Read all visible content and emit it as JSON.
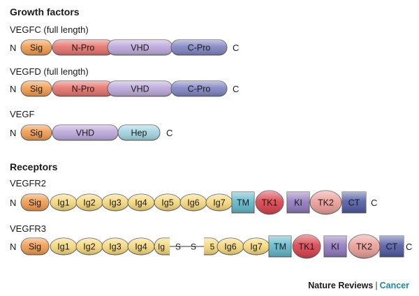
{
  "sections": {
    "growth": "Growth factors",
    "receptors": "Receptors"
  },
  "terminals": {
    "n": "N",
    "c": "C"
  },
  "proteins": [
    {
      "id": "vegfc",
      "name": "VEGFC (full length)",
      "domains": [
        {
          "label": "Sig",
          "color": "#f09a4a"
        },
        {
          "label": "N-Pro",
          "color": "#e4706a"
        },
        {
          "label": "VHD",
          "color": "#b9a6d9"
        },
        {
          "label": "C-Pro",
          "color": "#7e82c0"
        }
      ]
    },
    {
      "id": "vegfd",
      "name": "VEGFD (full length)",
      "domains": [
        {
          "label": "Sig",
          "color": "#f09a4a"
        },
        {
          "label": "N-Pro",
          "color": "#e4706a"
        },
        {
          "label": "VHD",
          "color": "#b9a6d9"
        },
        {
          "label": "C-Pro",
          "color": "#7e82c0"
        }
      ]
    },
    {
      "id": "vegf",
      "name": "VEGF",
      "domains": [
        {
          "label": "Sig",
          "color": "#f09a4a"
        },
        {
          "label": "VHD",
          "color": "#b9a6d9"
        },
        {
          "label": "Hep",
          "color": "#9fd3de"
        }
      ]
    },
    {
      "id": "vegfr2",
      "name": "VEGFR2",
      "domains": [
        {
          "label": "Sig",
          "color": "#f09a4a"
        },
        {
          "label": "Ig1",
          "color": "#f5d87a"
        },
        {
          "label": "Ig2",
          "color": "#f5d87a"
        },
        {
          "label": "Ig3",
          "color": "#f5d87a"
        },
        {
          "label": "Ig4",
          "color": "#f5d87a"
        },
        {
          "label": "Ig5",
          "color": "#f5d87a"
        },
        {
          "label": "Ig6",
          "color": "#f5d87a"
        },
        {
          "label": "Ig7",
          "color": "#f5d87a"
        },
        {
          "label": "TM",
          "color": "#5fb7c9"
        },
        {
          "label": "TK1",
          "color": "#d9404a"
        },
        {
          "label": "KI",
          "color": "#9078bd"
        },
        {
          "label": "TK2",
          "color": "#eb9c96"
        },
        {
          "label": "CT",
          "color": "#4f5aa3"
        }
      ]
    },
    {
      "id": "vegfr3",
      "name": "VEGFR3",
      "domains": [
        {
          "label": "Sig",
          "color": "#f09a4a"
        },
        {
          "label": "Ig1",
          "color": "#f5d87a"
        },
        {
          "label": "Ig2",
          "color": "#f5d87a"
        },
        {
          "label": "Ig3",
          "color": "#f5d87a"
        },
        {
          "label": "Ig4",
          "color": "#f5d87a"
        },
        {
          "label": "Ig",
          "color": "#f5d87a"
        },
        {
          "label": "S",
          "color": ""
        },
        {
          "label": "S",
          "color": ""
        },
        {
          "label": "5",
          "color": "#f5d87a"
        },
        {
          "label": "Ig6",
          "color": "#f5d87a"
        },
        {
          "label": "Ig7",
          "color": "#f5d87a"
        },
        {
          "label": "TM",
          "color": "#5fb7c9"
        },
        {
          "label": "TK1",
          "color": "#d9404a"
        },
        {
          "label": "KI",
          "color": "#9078bd"
        },
        {
          "label": "TK2",
          "color": "#eb9c96"
        },
        {
          "label": "CT",
          "color": "#4f5aa3"
        }
      ]
    }
  ],
  "footer": {
    "brand_a": "Nature Reviews",
    "separator": "|",
    "brand_b": "Cancer"
  }
}
